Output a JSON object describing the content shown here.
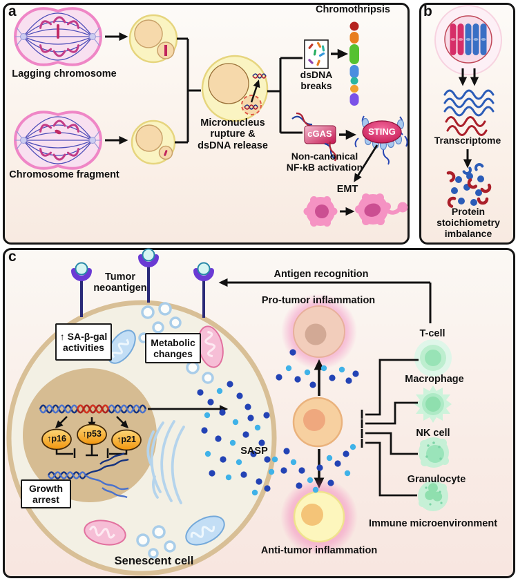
{
  "panels": {
    "a": {
      "letter": "a",
      "lagging": "Lagging chromosome",
      "fragment": "Chromosome fragment",
      "micronucleus_release": "Micronucleus\nrupture &\ndsDNA release",
      "chromothripsis": "Chromothripsis",
      "dsdna_breaks": "dsDNA\nbreaks",
      "cgas": "cGAS",
      "sting": "STING",
      "nfkb": "Non-canonical\nNF-kB activation",
      "emt": "EMT"
    },
    "b": {
      "letter": "b",
      "transcriptome": "Transcriptome",
      "protein_imbalance": "Protein\nstoichiometry\nimbalance"
    },
    "c": {
      "letter": "c",
      "tumor_neoantigen": "Tumor\nneoantigen",
      "sa_b_gal": "↑ SA-β-gal\nactivities",
      "metabolic": "Metabolic\nchanges",
      "p16": "↑p16",
      "p53": "↑p53",
      "p21": "↑p21",
      "growth_arrest": "Growth\narrest",
      "senescent_cell": "Senescent cell",
      "sasp": "SASP",
      "antigen_recognition": "Antigen recognition",
      "pro_tumor": "Pro-tumor inflammation",
      "anti_tumor": "Anti-tumor inflammation",
      "t_cell": "T-cell",
      "macrophage": "Macrophage",
      "nk_cell": "NK cell",
      "granulocyte": "Granulocyte",
      "immune_microenvironment": "Immune microenvironment"
    }
  },
  "colors": {
    "sasp_dark": "#2343b5",
    "sasp_light": "#3fb2e8",
    "accent_crimson": "#c3134e",
    "membrane_tan": "#d8bf96",
    "immune_green": "#c6f0d6",
    "spindle_pink": "#ef86c6",
    "oncoprotein_orange": "#f59d13"
  },
  "sasp_dots": [
    [
      290,
      568,
      "d"
    ],
    [
      305,
      582,
      "d"
    ],
    [
      318,
      566,
      "l"
    ],
    [
      333,
      556,
      "d"
    ],
    [
      347,
      573,
      "d"
    ],
    [
      300,
      601,
      "l"
    ],
    [
      322,
      597,
      "d"
    ],
    [
      341,
      611,
      "l"
    ],
    [
      359,
      589,
      "d"
    ],
    [
      363,
      605,
      "d"
    ],
    [
      296,
      623,
      "d"
    ],
    [
      316,
      635,
      "d"
    ],
    [
      337,
      641,
      "l"
    ],
    [
      356,
      629,
      "d"
    ],
    [
      373,
      619,
      "l"
    ],
    [
      386,
      601,
      "d"
    ],
    [
      379,
      641,
      "d"
    ],
    [
      301,
      657,
      "l"
    ],
    [
      323,
      665,
      "d"
    ],
    [
      346,
      669,
      "l"
    ],
    [
      367,
      657,
      "d"
    ],
    [
      387,
      665,
      "d"
    ],
    [
      307,
      685,
      "d"
    ],
    [
      331,
      691,
      "l"
    ],
    [
      353,
      687,
      "d"
    ],
    [
      375,
      697,
      "d"
    ],
    [
      393,
      683,
      "l"
    ],
    [
      404,
      546,
      "d"
    ],
    [
      418,
      533,
      "l"
    ],
    [
      431,
      549,
      "d"
    ],
    [
      445,
      539,
      "l"
    ],
    [
      453,
      557,
      "d"
    ],
    [
      469,
      533,
      "l"
    ],
    [
      481,
      547,
      "d"
    ],
    [
      495,
      535,
      "l"
    ],
    [
      505,
      551,
      "d"
    ],
    [
      515,
      541,
      "d"
    ],
    [
      424,
      510,
      "d"
    ],
    [
      398,
      665,
      "l"
    ],
    [
      411,
      681,
      "d"
    ],
    [
      425,
      669,
      "l"
    ],
    [
      437,
      681,
      "d"
    ],
    [
      449,
      695,
      "l"
    ],
    [
      463,
      677,
      "d"
    ],
    [
      477,
      663,
      "l"
    ],
    [
      489,
      671,
      "d"
    ],
    [
      501,
      657,
      "d"
    ],
    [
      511,
      647,
      "l"
    ],
    [
      433,
      703,
      "d"
    ],
    [
      457,
      709,
      "l"
    ],
    [
      479,
      699,
      "d"
    ],
    [
      415,
      653,
      "d"
    ],
    [
      503,
      685,
      "l"
    ],
    [
      387,
      707,
      "d"
    ],
    [
      369,
      713,
      "l"
    ]
  ]
}
